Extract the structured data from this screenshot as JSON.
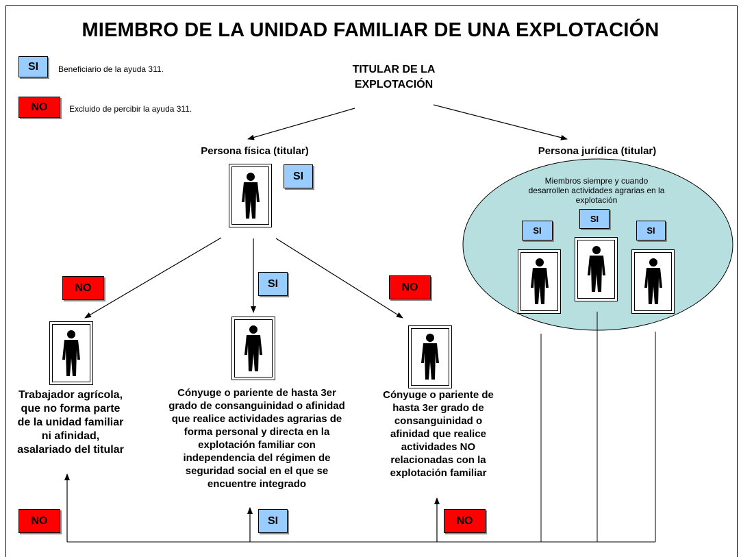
{
  "title": "MIEMBRO DE LA UNIDAD FAMILIAR DE UNA EXPLOTACIÓN",
  "legend": {
    "si": {
      "badge": "SI",
      "text": "Beneficiario de la ayuda 311."
    },
    "no": {
      "badge": "NO",
      "text": "Excluido de percibir la ayuda 311."
    }
  },
  "root": {
    "label_line1": "TITULAR DE LA",
    "label_line2": "EXPLOTACIÓN"
  },
  "fisica": {
    "label": "Persona física (titular)",
    "badge": "SI"
  },
  "juridica": {
    "label": "Persona jurídica (titular)",
    "oval_line1": "Miembros siempre y cuando",
    "oval_line2": "desarrollen actividades agrarias en la",
    "oval_line3": "explotación",
    "badges": [
      "SI",
      "SI",
      "SI"
    ]
  },
  "branches": {
    "trabajador": {
      "badge_top": "NO",
      "badge_bottom": "NO",
      "lines": [
        "Trabajador agrícola,",
        "que no forma parte",
        "de la unidad familiar",
        "ni afinidad,",
        "asalariado del titular"
      ]
    },
    "conyuge_agraria": {
      "badge_top": "SI",
      "badge_bottom": "SI",
      "lines": [
        "Cónyuge o pariente de hasta 3er",
        "grado de consanguinidad o afinidad",
        "que realice actividades agrarias de",
        "forma personal y directa en la",
        "explotación familiar con",
        "independencia del régimen de",
        "seguridad social en el que se",
        "encuentre integrado"
      ]
    },
    "conyuge_no_agraria": {
      "badge_top": "NO",
      "badge_bottom": "NO",
      "lines": [
        "Cónyuge o pariente de",
        "hasta 3er grado de",
        "consanguinidad o",
        "afinidad que realice",
        "actividades NO",
        "relacionadas con la",
        "explotación familiar"
      ]
    }
  },
  "colors": {
    "si": "#99ccff",
    "no": "#ff0000",
    "oval": "#b7dfe0"
  }
}
